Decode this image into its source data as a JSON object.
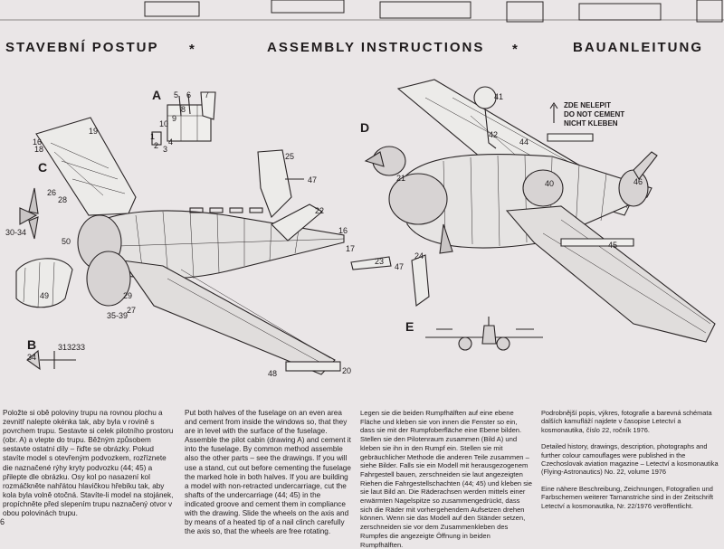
{
  "headings": {
    "czech": "STAVEBNÍ POSTUP",
    "english": "ASSEMBLY INSTRUCTIONS",
    "german": "BAUANLEITUNG",
    "separator": "*"
  },
  "labels": {
    "A": "A",
    "B": "B",
    "C": "C",
    "D": "D",
    "E": "E"
  },
  "part_numbers": {
    "n1": "1",
    "n2": "2",
    "n3": "3",
    "n4": "4",
    "n5": "5",
    "n6": "6",
    "n7": "7",
    "n8": "8",
    "n9": "9",
    "n10": "10",
    "n16": "16",
    "n17": "17",
    "n18": "18",
    "n19": "19",
    "n20": "20",
    "n21": "21",
    "n22": "22",
    "n23": "23",
    "n24": "24",
    "n25": "25",
    "n26": "26",
    "n27": "27",
    "n28": "28",
    "n29": "29",
    "n31": "31",
    "n32": "32",
    "n33": "33",
    "n34": "34",
    "n35_39": "35-39",
    "n30_34": "30-34",
    "n40": "40",
    "n41": "41",
    "n42": "42",
    "n44": "44",
    "n45": "45",
    "n46": "46",
    "n47": "47",
    "n48": "48",
    "n49": "49",
    "n50": "50"
  },
  "no_cement_note": [
    "ZDE NELEPIT",
    "DO NOT CEMENT",
    "NICHT KLEBEN"
  ],
  "text_czech": "Položte si obě poloviny trupu na rovnou plochu a zevnitř nalepte okénka tak, aby byla v rovině s povrchem trupu. Sestavte si celek pilotního prostoru (obr. A) a vlepte do trupu. Běžným způsobem sestavte ostatní díly – řiďte se obrázky. Pokud stavíte model s otevřeným podvozkem, rozříznete die naznačené rýhy kryty podvozku (44; 45) a přilepte dle obrázku. Osy kol po nasazení kol rozmáčkněte nahřátou hlavičkou hřebíku tak, aby kola byla volně otočná. Stavíte-li model na stojánek, propíchněte před slepením trupu naznačený otvor v obou polovinách trupu.",
  "text_english": "Put both halves of the fuselage on an even area and cement from inside the windows so, that they are in level with the surface of the fuselage. Assemble the pilot cabin (drawing A) and cement it into the fuselage. By common method assemble also the other parts – see the drawings. If you will use a stand, cut out before cementing the fuselage the marked hole in both halves. If you are building a model with non-retracted undercarriage, cut the shafts of the undercarriage (44; 45) in the indicated groove and cement them in compliance with the drawing. Slide the wheels on the axis and by means of a heated tip of a nail clinch carefully the axis so, that the wheels are free rotating.",
  "text_german": "Legen sie die beiden Rumpfhälften auf eine ebene Fläche und kleben sie von innen die Fenster so ein, dass sie mit der Rumpfoberfläche eine Ebene bilden. Stellen sie den Pilotenraum zusammen (Bild A) und kleben sie ihn in den Rumpf ein. Stellen sie mit gebräuchlicher Methode die anderen Teile zusammen – siehe Bilder. Falls sie ein Modell mit herausgezogenem Fahrgestell bauen, zerschneiden sie laut angezeigten Riehen die Fahrgestellschachten (44; 45) und kleben sie sie laut Bild an. Die Räderachsen werden mittels einer erwärmten Nagelspitze so zusammengedrückt, dass sich die Räder mit vorhergehendem Aufsetzen drehen können. Wenn sie das Modell auf den Ständer setzen, zerschneiden sie vor dem Zusammenkleben des Rumpfes die angezeigte Öffnung in beiden Rumpfhälften.",
  "text_info_czech": "Podrobnější popis, výkres, fotografie a barevná schémata dalších kamufláží najdete v časopise Letectví a kosmonautika, číslo 22, ročník 1976.",
  "text_info_english": "Detailed history, drawings, description, photographs and further colour camouflages were published in the Czechoslovak aviation magazine – Letectví a kosmonautika (Flying-Astronautics) No. 22, volume 1976",
  "text_info_german": "Eine nähere Beschreibung, Zeichnungen, Fotografien und Farbschemen weiterer Tarnanstriche sind in der Zeitschrift Letectví a kosmonautika, Nr. 22/1976 veröffentlicht.",
  "page_number": "6"
}
